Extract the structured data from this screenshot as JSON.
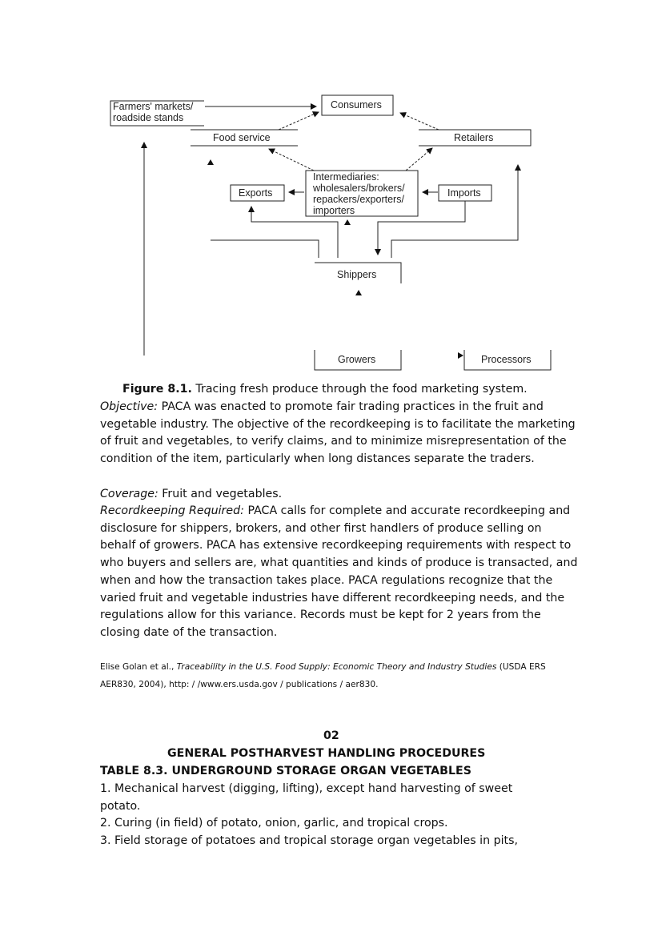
{
  "diagram": {
    "nodes": {
      "farmers_markets": [
        "Farmers' markets/",
        "roadside stands"
      ],
      "consumers": "Consumers",
      "food_service": "Food service",
      "retailers": "Retailers",
      "intermediaries_title": "Intermediaries:",
      "intermediaries_lines": [
        "wholesalers/brokers/",
        "repackers/exporters/",
        "importers"
      ],
      "exports": "Exports",
      "imports": "Imports",
      "shippers": "Shippers",
      "growers": "Growers",
      "processors": "Processors"
    }
  },
  "caption": {
    "label": "Figure 8.1.",
    "text": "Tracing fresh produce through the food marketing system."
  },
  "objective": {
    "label": "Objective:",
    "text": "PACA was enacted to promote fair trading practices in the fruit and vegetable industry. The objective of the recordkeeping is to facilitate the marketing of fruit and vegetables, to verify claims, and to minimize misrepresentation of the condition of the item, particularly when long distances separate the traders."
  },
  "coverage": {
    "label": "Coverage:",
    "text": "Fruit and vegetables."
  },
  "recordkeeping": {
    "label": "Recordkeeping Required:",
    "text": "PACA calls for complete and accurate recordkeeping and disclosure for shippers, brokers, and other first handlers of produce selling on behalf of growers. PACA has extensive recordkeeping requirements with respect to who buyers and sellers are, what quantities and kinds of produce is transacted, and when and how the transaction takes place. PACA regulations recognize that the varied fruit and vegetable industries have different recordkeeping needs, and the regulations allow for this variance. Records must be kept for 2 years from the closing date of the transaction."
  },
  "reference": {
    "authors": "Elise Golan et al.,",
    "title": "Traceability in the U.S. Food Supply: Economic Theory and Industry Studies",
    "rest": "(USDA ERS AER830, 2004), http: / /www.ers.usda.gov / publications / aer830."
  },
  "section": {
    "number": "02",
    "title": "GENERAL POSTHARVEST HANDLING PROCEDURES",
    "table_title": "TABLE 8.3. UNDERGROUND STORAGE ORGAN VEGETABLES",
    "items": [
      "1. Mechanical harvest (digging, lifting), except hand harvesting of sweet potato.",
      "2. Curing (in field) of potato, onion, garlic, and tropical crops.",
      "3. Field storage of potatoes and tropical storage organ vegetables in pits,"
    ]
  }
}
